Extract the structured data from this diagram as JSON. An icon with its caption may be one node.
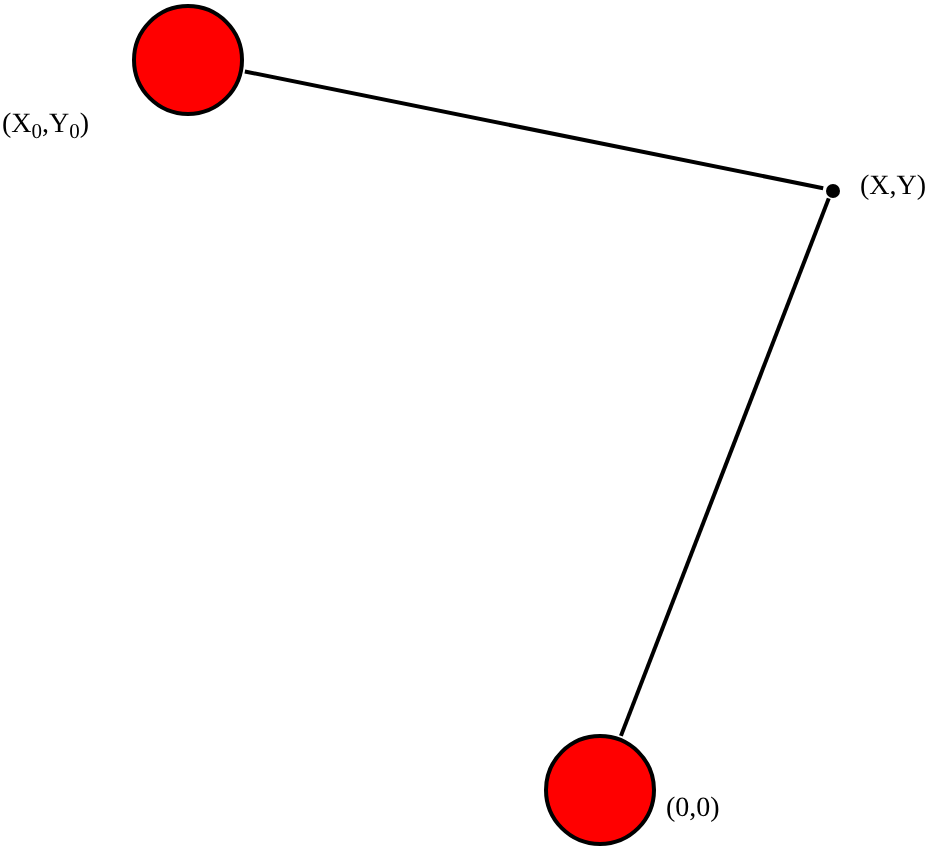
{
  "diagram": {
    "nodes": [
      {
        "text": [],
        "shape": "circle",
        "beside": [
          "(X$_{0}$,Y$_{0}$)"
        ]
      },
      {
        "text": [],
        "shape": "circle",
        "beside": [
          "(X,Y)"
        ]
      },
      {
        "text": [],
        "shape": "circle",
        "beside": [
          "(0,0)"
        ]
      }
    ],
    "edges": [
      {
        "from": 0,
        "to": 1,
        "arrow": "none"
      },
      {
        "from": 1,
        "to": 2,
        "arrow": "none"
      }
    ]
  }
}
